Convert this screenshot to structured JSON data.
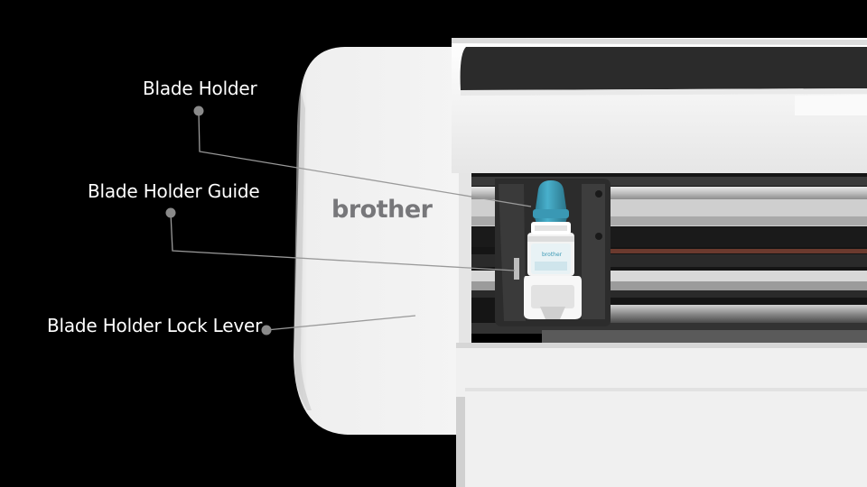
{
  "scene": {
    "description_type": "product-callout-photo",
    "background_color": "#000000",
    "body_color": "#f1f1f1",
    "accent_color": "#3a98b4"
  },
  "brand": {
    "logo_text": "brother"
  },
  "callouts": [
    {
      "id": "blade-holder",
      "label": "Blade Holder"
    },
    {
      "id": "blade-holder-guide",
      "label": "Blade Holder Guide"
    },
    {
      "id": "blade-holder-lock-lever",
      "label": "Blade Holder Lock Lever"
    }
  ],
  "callout_style": {
    "dot_color": "#8a8a8a",
    "line_color": "#9a9a9a",
    "text_color": "#ffffff"
  }
}
